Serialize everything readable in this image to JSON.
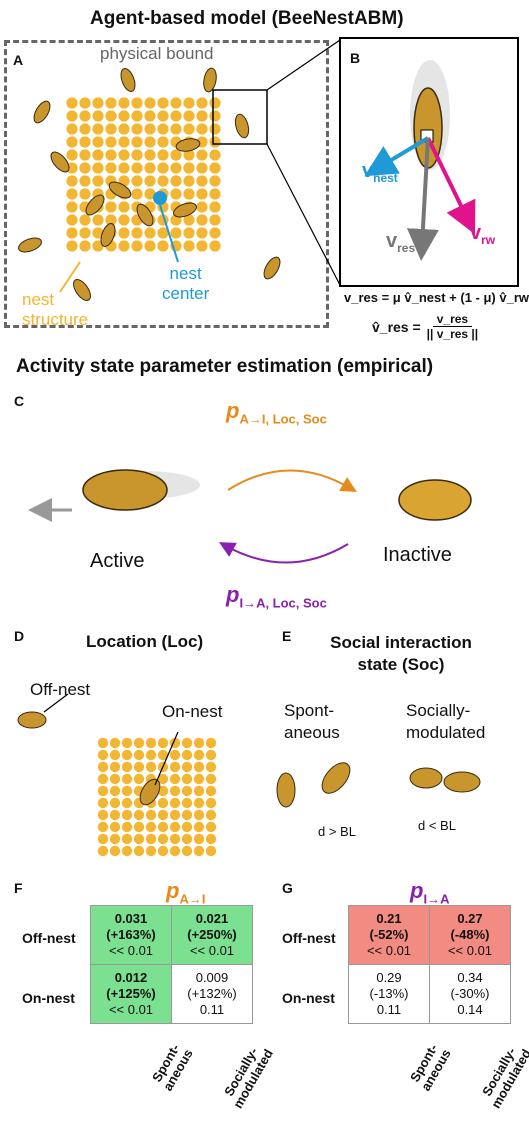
{
  "section_abm": {
    "title": "Agent-based model (BeeNestABM)",
    "panel_a": {
      "letter": "A",
      "physical_bound": "physical bound",
      "nest_structure_1": "nest",
      "nest_structure_2": "structure",
      "nest_center_1": "nest",
      "nest_center_2": "center"
    },
    "panel_b": {
      "letter": "B",
      "v_nest": "v",
      "v_nest_sub": "nest",
      "v_rw": "v",
      "v_rw_sub": "rw",
      "v_res": "v",
      "v_res_sub": "res",
      "eq1": "v_res = μ v̂_nest + (1 - μ) v̂_rw",
      "eq2_lhs": "v̂_res =",
      "eq2_num": "v_res",
      "eq2_den": "|| v_res ||"
    }
  },
  "section_activity": {
    "title": "Activity state parameter estimation (empirical)",
    "panel_c": {
      "letter": "C",
      "p_ai": "p",
      "p_ai_sub": "A→I, Loc, Soc",
      "p_ia": "p",
      "p_ia_sub": "I→A, Loc, Soc",
      "active": "Active",
      "inactive": "Inactive"
    },
    "panel_d": {
      "letter": "D",
      "title": "Location (Loc)",
      "off_nest": "Off-nest",
      "on_nest": "On-nest"
    },
    "panel_e": {
      "letter": "E",
      "title_1": "Social interaction",
      "title_2": "state (Soc)",
      "spont_1": "Spont-",
      "spont_2": "aneous",
      "social_1": "Socially-",
      "social_2": "modulated",
      "d_gt": "d > BL",
      "d_lt": "d < BL"
    }
  },
  "tables": {
    "row_labels": [
      "Off-nest",
      "On-nest"
    ],
    "col_labels": [
      "Spont-\naneous",
      "Socially-\nmodulated"
    ],
    "col_label_1a": "Spont-",
    "col_label_1b": "aneous",
    "col_label_2a": "Socially-",
    "col_label_2b": "modulated",
    "panel_f": {
      "letter": "F",
      "p": "p",
      "sub": "A→I",
      "cells": [
        [
          {
            "v": "0.031",
            "d": "(+163%)",
            "p": "<< 0.01",
            "sig": true
          },
          {
            "v": "0.021",
            "d": "(+250%)",
            "p": "<< 0.01",
            "sig": true
          }
        ],
        [
          {
            "v": "0.012",
            "d": "(+125%)",
            "p": "<< 0.01",
            "sig": true
          },
          {
            "v": "0.009",
            "d": "(+132%)",
            "p": "0.11",
            "sig": false
          }
        ]
      ]
    },
    "panel_g": {
      "letter": "G",
      "p": "p",
      "sub": "I→A",
      "cells": [
        [
          {
            "v": "0.21",
            "d": "(-52%)",
            "p": "<< 0.01",
            "sig": true
          },
          {
            "v": "0.27",
            "d": "(-48%)",
            "p": "<< 0.01",
            "sig": true
          }
        ],
        [
          {
            "v": "0.29",
            "d": "(-13%)",
            "p": "0.11",
            "sig": false
          },
          {
            "v": "0.34",
            "d": "(-30%)",
            "p": "0.14",
            "sig": false
          }
        ]
      ]
    }
  },
  "colors": {
    "nest": "#f2b632",
    "blue": "#1f9ad6",
    "magenta": "#e0138c",
    "orange": "#e88a1a",
    "purple": "#8a1fb0",
    "grey": "#777777",
    "green": "#7be08f",
    "red": "#f28b82"
  }
}
